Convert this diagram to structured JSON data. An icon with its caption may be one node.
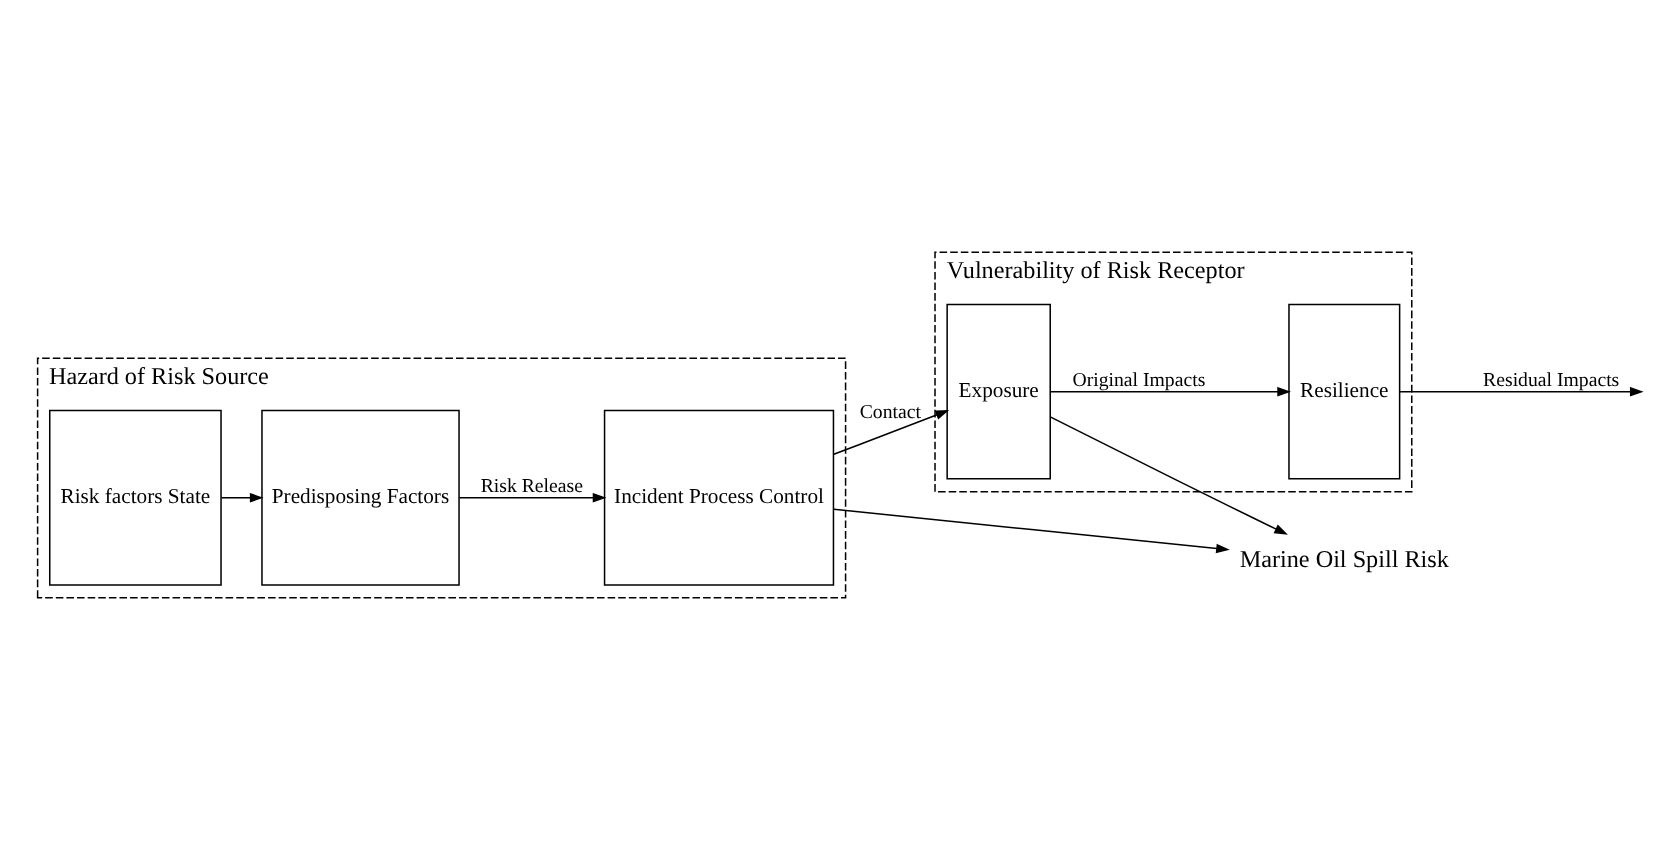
{
  "diagram": {
    "nodes": [
      {
        "text": [
          "Hazard of Risk Source"
        ]
      },
      {
        "text": [
          "Risk factors State"
        ],
        "in": 0
      },
      {
        "text": [
          "Predisposing Factors"
        ],
        "in": 0
      },
      {
        "text": [
          "Incident Process Control"
        ],
        "in": 0
      },
      {
        "text": [
          "Vulnerability of Risk Receptor"
        ]
      },
      {
        "text": [
          "Exposure"
        ],
        "in": 4
      },
      {
        "text": [
          "Resilience"
        ],
        "in": 4
      },
      {
        "text": [
          "Marine Oil Spill Risk"
        ]
      }
    ],
    "edges": [
      {
        "from": 1,
        "to": 2,
        "arrow": "to"
      },
      {
        "from": 2,
        "to": 3,
        "arrow": "to",
        "label": "Risk Release"
      },
      {
        "from": 3,
        "to": 5,
        "arrow": "to",
        "label": "Contact"
      },
      {
        "from": 5,
        "to": 6,
        "arrow": "to",
        "label": "Original Impacts"
      },
      {
        "from": 6,
        "to": null,
        "arrow": "to",
        "label": "Residual Impacts"
      },
      {
        "from": 3,
        "to": 7,
        "arrow": "to"
      },
      {
        "from": 5,
        "to": 7,
        "arrow": "to"
      }
    ]
  }
}
